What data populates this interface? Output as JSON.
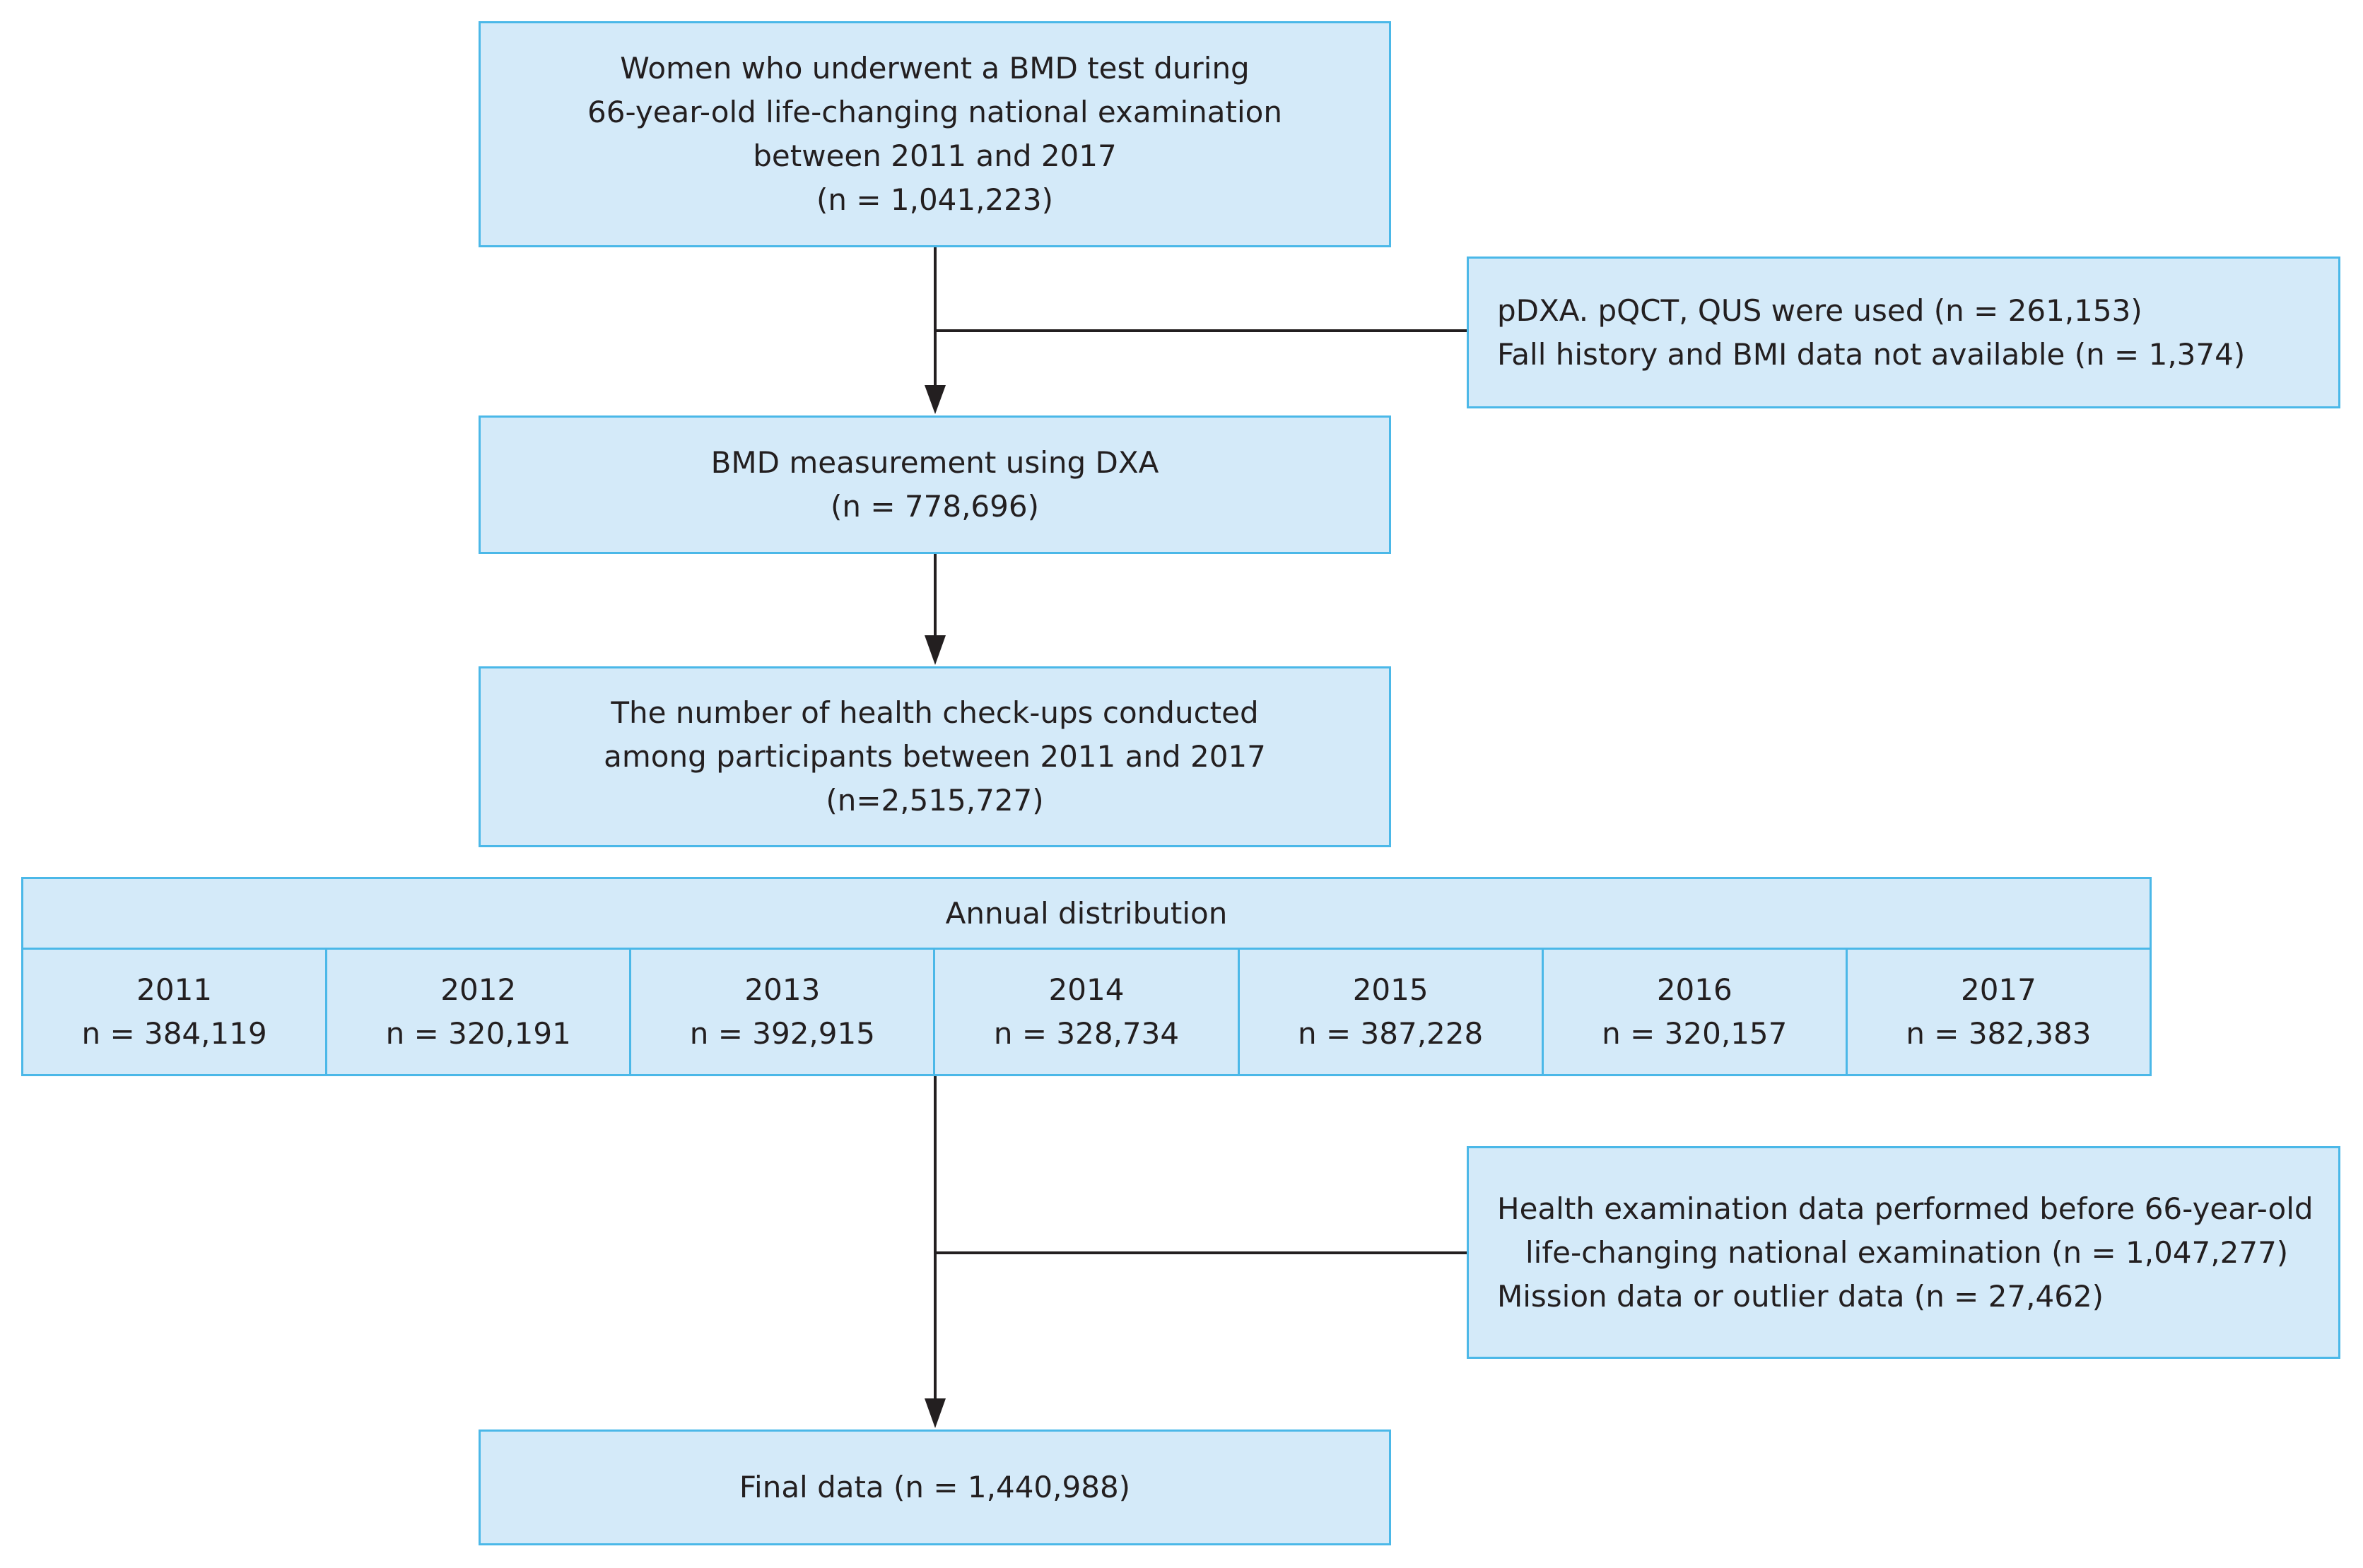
{
  "box_start": {
    "lines": [
      "Women who underwent a BMD test during",
      "66-year-old life-changing national examination",
      "between 2011 and 2017",
      "(n = 1,041,223)"
    ]
  },
  "exclusion_1": {
    "lines": [
      "pDXA. pQCT, QUS were used (n = 261,153)",
      "Fall history and BMI data not available (n = 1,374)"
    ]
  },
  "box_dxa": {
    "lines": [
      "BMD measurement using DXA",
      "(n = 778,696)"
    ]
  },
  "box_checkups": {
    "lines": [
      "The number of health check-ups conducted",
      "among participants between 2011 and 2017",
      "(n=2,515,727)"
    ]
  },
  "annual_distribution": {
    "title": "Annual distribution",
    "years": [
      {
        "year": "2011",
        "count": "n = 384,119"
      },
      {
        "year": "2012",
        "count": "n = 320,191"
      },
      {
        "year": "2013",
        "count": "n = 392,915"
      },
      {
        "year": "2014",
        "count": "n = 328,734"
      },
      {
        "year": "2015",
        "count": "n = 387,228"
      },
      {
        "year": "2016",
        "count": "n = 320,157"
      },
      {
        "year": "2017",
        "count": "n = 382,383"
      }
    ]
  },
  "exclusion_2": {
    "lines": [
      "Health examination data performed before 66-year-old",
      "life-changing national examination (n = 1,047,277)",
      "Mission data or outlier data (n = 27,462)"
    ]
  },
  "box_final": {
    "lines": [
      "Final data (n = 1,440,988)"
    ]
  },
  "colors": {
    "box_fill": "#d4eaf9",
    "box_border": "#4bb8e8",
    "connector": "#231f20"
  }
}
